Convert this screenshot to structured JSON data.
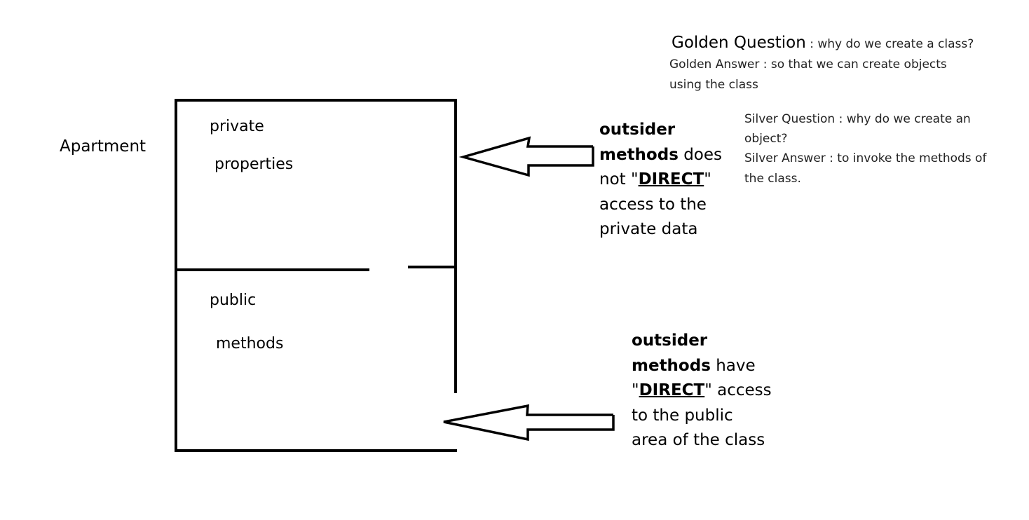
{
  "apartment_label": "Apartment",
  "upper_section": {
    "access_label": "private",
    "content_label": "properties"
  },
  "lower_section": {
    "access_label": "public",
    "content_label": "methods"
  },
  "note_private": {
    "line1_bold": "outsider",
    "line2_bold": "methods",
    "line2_rest": " does",
    "line3_pre": "not \"",
    "line3_emph": "DIRECT",
    "line3_post": "\"",
    "line4": "access to the",
    "line5": "private data"
  },
  "note_public": {
    "line1_bold": "outsider",
    "line2_bold": "methods",
    "line2_rest": " have",
    "line3_pre": "\"",
    "line3_emph": "DIRECT",
    "line3_post": "\" access",
    "line4": "to the public",
    "line5": "area of the class"
  },
  "golden": {
    "question_label": "Golden Question",
    "question_text": " :  why do we create a class?",
    "answer_line1": "Golden Answer : so that we can create objects",
    "answer_line2": "using the class"
  },
  "silver": {
    "question_line1": "Silver Question :  why do we create an",
    "question_line2": "object?",
    "answer_line1": "Silver Answer : to invoke the methods of",
    "answer_line2": "the class."
  },
  "colors": {
    "ink": "#000000",
    "small_text": "#222222",
    "background": "#ffffff"
  }
}
